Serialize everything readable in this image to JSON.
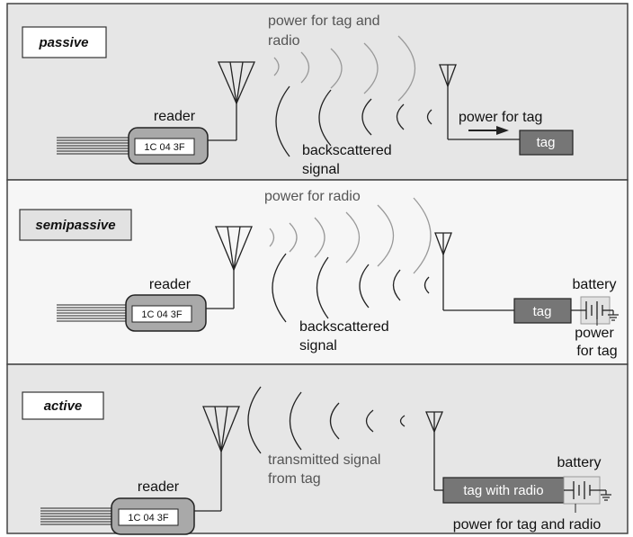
{
  "panels": [
    {
      "title": "passive",
      "reader_label": "reader",
      "reader_code": "1C 04 3F",
      "outgoing_label_lines": [
        "power for tag and",
        "radio"
      ],
      "return_label_lines": [
        "backscattered",
        "signal"
      ],
      "power_label": "power for tag",
      "tag_label": "tag"
    },
    {
      "title": "semipassive",
      "reader_label": "reader",
      "reader_code": "1C 04 3F",
      "outgoing_label_lines": [
        "power for radio"
      ],
      "return_label_lines": [
        "backscattered",
        "signal"
      ],
      "battery_label": "battery",
      "power_label_lines": [
        "power",
        "for tag"
      ],
      "tag_label": "tag"
    },
    {
      "title": "active",
      "reader_label": "reader",
      "reader_code": "1C 04 3F",
      "return_label_lines": [
        "transmitted signal",
        "from tag"
      ],
      "battery_label": "battery",
      "power_label": "power for tag and radio",
      "tag_label": "tag with radio"
    }
  ],
  "colors": {
    "panel_passive_bg": "#e6e6e6",
    "panel_semipassive_bg": "#f6f6f6",
    "panel_active_bg": "#e6e6e6",
    "tag_fill": "#767676",
    "reader_fill": "#a9a9a9",
    "wave_outgoing": "#999999",
    "wave_return": "#222222"
  },
  "icons": [
    "antenna-icon",
    "battery-icon",
    "ground-icon",
    "arrow-icon"
  ]
}
